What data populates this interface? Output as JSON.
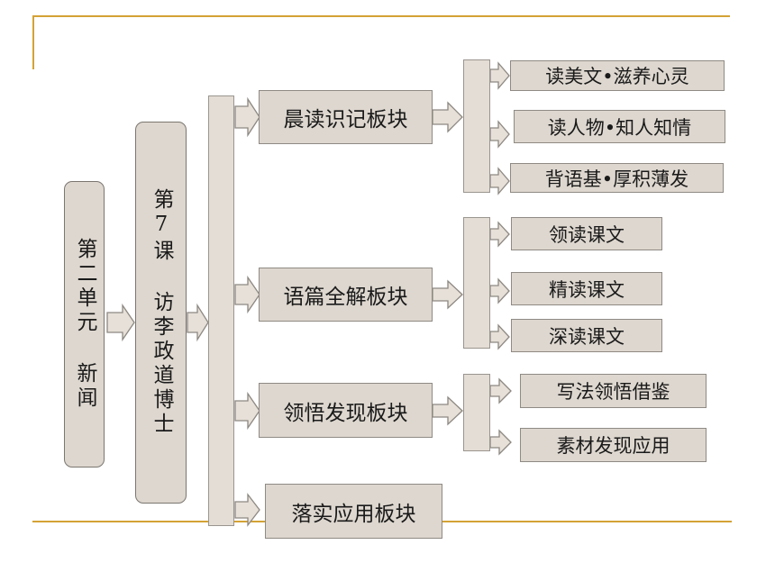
{
  "unit": {
    "label": "第二单元  新闻"
  },
  "lesson": {
    "label": "第7课  访李政道博士"
  },
  "modules": [
    {
      "title": "晨读识记板块",
      "items": [
        "读美文•滋养心灵",
        "读人物•知人知情",
        "背语基•厚积薄发"
      ]
    },
    {
      "title": "语篇全解板块",
      "items": [
        "领读课文",
        "精读课文",
        "深读课文"
      ]
    },
    {
      "title": "领悟发现板块",
      "items": [
        "写法领悟借鉴",
        "素材发现应用"
      ]
    },
    {
      "title": "落实应用板块",
      "items": []
    }
  ],
  "colors": {
    "box_fill": "#ddd7cf",
    "box_border": "#8f8a84",
    "accent_rule": "#d4a235"
  }
}
